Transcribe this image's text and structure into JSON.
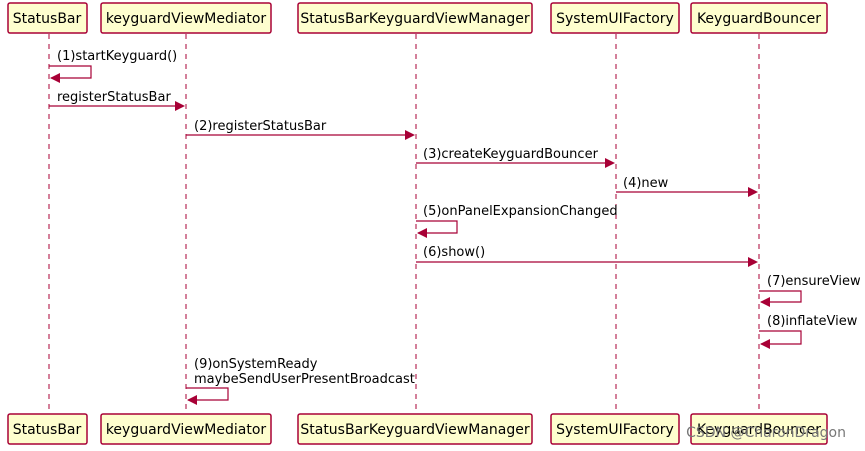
{
  "participants": [
    {
      "id": "p0",
      "label": "StatusBar"
    },
    {
      "id": "p1",
      "label": "keyguardViewMediator"
    },
    {
      "id": "p2",
      "label": "StatusBarKeyguardViewManager"
    },
    {
      "id": "p3",
      "label": "SystemUIFactory"
    },
    {
      "id": "p4",
      "label": "KeyguardBouncer"
    }
  ],
  "messages": [
    {
      "label": "(1)startKeyguard()",
      "from": 0,
      "to": 0
    },
    {
      "label": "registerStatusBar",
      "from": 0,
      "to": 1
    },
    {
      "label": "(2)registerStatusBar",
      "from": 1,
      "to": 2
    },
    {
      "label": "(3)createKeyguardBouncer",
      "from": 2,
      "to": 3
    },
    {
      "label": "(4)new",
      "from": 3,
      "to": 4
    },
    {
      "label": "(5)onPanelExpansionChanged",
      "from": 2,
      "to": 2
    },
    {
      "label": "(6)show()",
      "from": 2,
      "to": 4
    },
    {
      "label": "(7)ensureView",
      "from": 4,
      "to": 4
    },
    {
      "label": "(8)inflateView",
      "from": 4,
      "to": 4
    },
    {
      "label": "(9)onSystemReady",
      "label2": "maybeSendUserPresentBroadcast",
      "from": 1,
      "to": 1
    }
  ],
  "watermark": "CSDN @CharonDragon",
  "colors": {
    "box_fill": "#fefece",
    "line": "#a80036"
  }
}
